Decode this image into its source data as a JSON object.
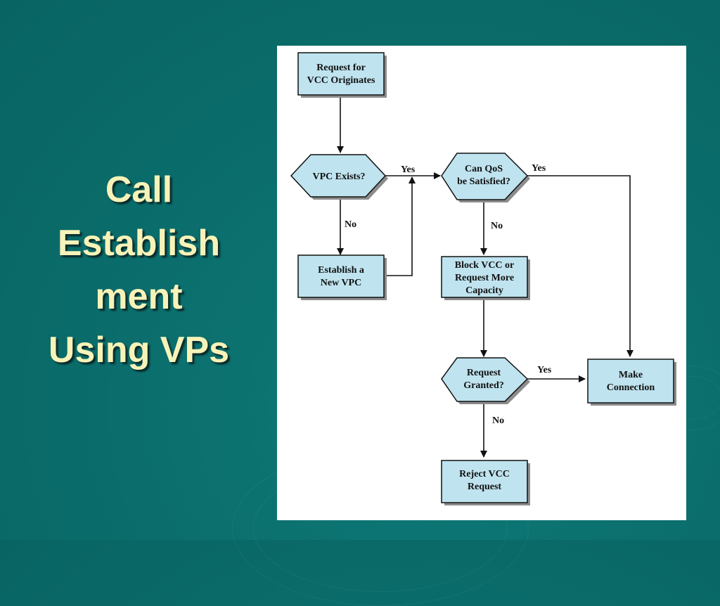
{
  "slide": {
    "title_lines": [
      "Call",
      "Establish",
      "ment",
      "Using VPs"
    ]
  },
  "colors": {
    "background": "#0b6f6d",
    "title": "#f7f3b8",
    "node_fill": "#bfe3ef",
    "node_shadow": "#8c8c8c",
    "line": "#111111"
  },
  "flowchart": {
    "nodes": {
      "request": {
        "shape": "box",
        "lines": [
          "Request for",
          "VCC Originates"
        ]
      },
      "vpc_exists": {
        "shape": "hexagon",
        "lines": [
          "VPC Exists?"
        ]
      },
      "establish": {
        "shape": "box",
        "lines": [
          "Establish a",
          "New VPC"
        ]
      },
      "qos": {
        "shape": "hexagon",
        "lines": [
          "Can QoS",
          "be Satisfied?"
        ]
      },
      "block": {
        "shape": "box",
        "lines": [
          "Block VCC or",
          "Request More",
          "Capacity"
        ]
      },
      "granted": {
        "shape": "hexagon",
        "lines": [
          "Request",
          "Granted?"
        ]
      },
      "make": {
        "shape": "box",
        "lines": [
          "Make",
          "Connection"
        ]
      },
      "reject": {
        "shape": "box",
        "lines": [
          "Reject VCC",
          "Request"
        ]
      }
    },
    "edge_labels": {
      "vpc_yes": "Yes",
      "vpc_no": "No",
      "qos_yes": "Yes",
      "qos_no": "No",
      "granted_yes": "Yes",
      "granted_no": "No"
    }
  }
}
